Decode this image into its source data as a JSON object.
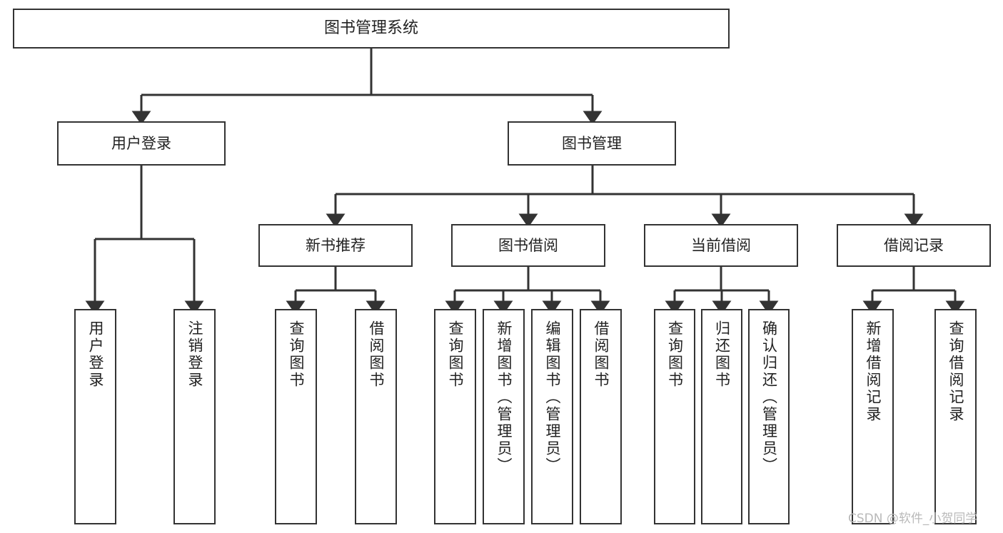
{
  "diagram": {
    "title": "图书管理系统",
    "type": "tree-hierarchy-diagram",
    "colors": {
      "box_border": "#333333",
      "box_fill": "#ffffff",
      "connector": "#333333",
      "text": "#222222",
      "watermark": "#b9b9b9",
      "background": "#ffffff"
    },
    "root": {
      "label": "图书管理系统"
    },
    "level2": [
      {
        "label": "用户登录"
      },
      {
        "label": "图书管理"
      }
    ],
    "level3": [
      {
        "label": "新书推荐"
      },
      {
        "label": "图书借阅"
      },
      {
        "label": "当前借阅"
      },
      {
        "label": "借阅记录"
      }
    ],
    "leaves": {
      "user_login": [
        {
          "label": "用户登录"
        },
        {
          "label": "注销登录"
        }
      ],
      "new_book_recommend": [
        {
          "label": "查询图书"
        },
        {
          "label": "借阅图书"
        }
      ],
      "book_borrow": [
        {
          "label": "查询图书"
        },
        {
          "label": "新增图书（管理员）"
        },
        {
          "label": "编辑图书（管理员）"
        },
        {
          "label": "借阅图书"
        }
      ],
      "current_borrow": [
        {
          "label": "查询图书"
        },
        {
          "label": "归还图书"
        },
        {
          "label": "确认归还（管理员）"
        }
      ],
      "borrow_records": [
        {
          "label": "新增借阅记录"
        },
        {
          "label": "查询借阅记录"
        }
      ]
    },
    "watermark": "CSDN @软件_小贺同学"
  }
}
